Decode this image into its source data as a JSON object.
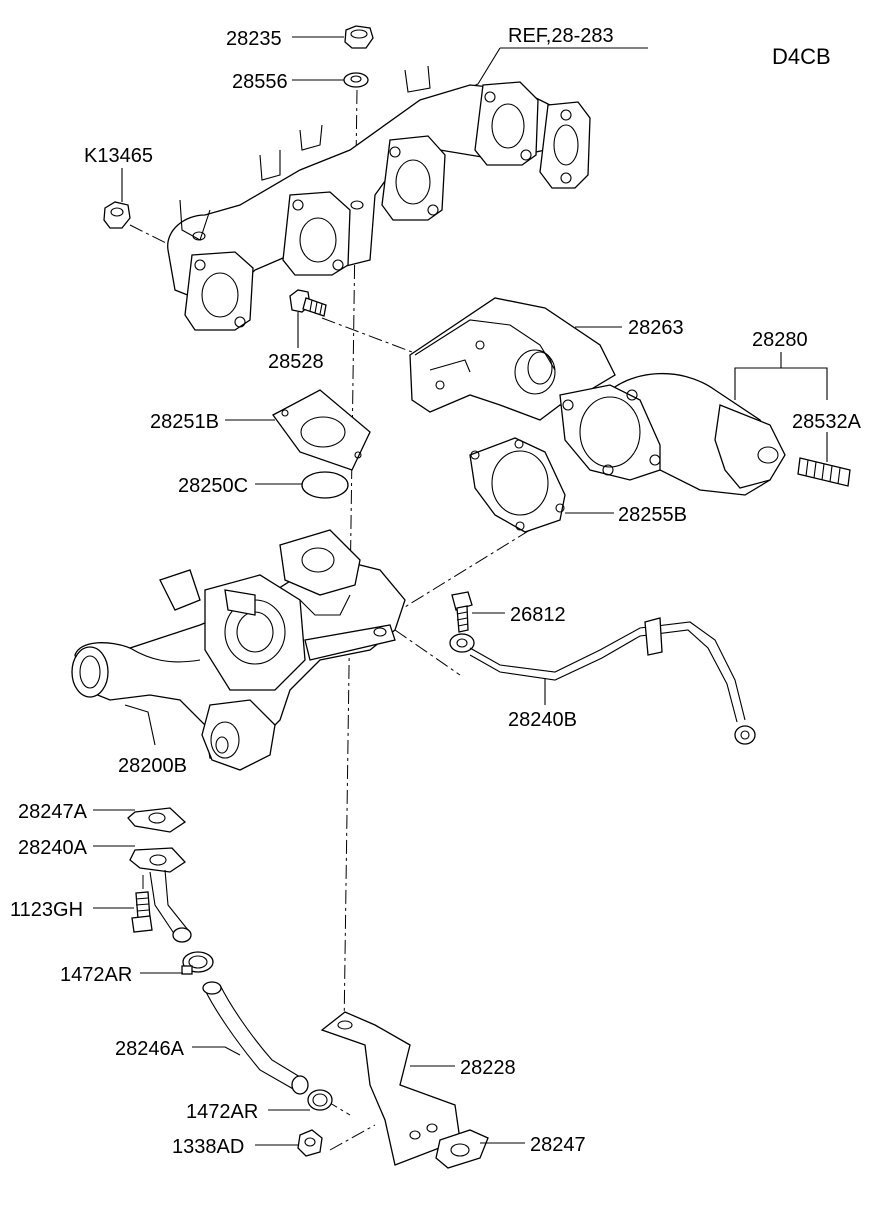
{
  "diagram": {
    "engine_code": "D4CB",
    "reference": "REF,28-283",
    "part_labels": {
      "p28235": "28235",
      "p28556": "28556",
      "pK13465": "K13465",
      "p28528": "28528",
      "p28263": "28263",
      "p28280": "28280",
      "p28532A": "28532A",
      "p28251B": "28251B",
      "p28250C": "28250C",
      "p28255B": "28255B",
      "p26812": "26812",
      "p28240B": "28240B",
      "p28200B": "28200B",
      "p28247A": "28247A",
      "p28240A": "28240A",
      "p1123GH": "1123GH",
      "p1472AR_top": "1472AR",
      "p28246A": "28246A",
      "p28228": "28228",
      "p1472AR_bottom": "1472AR",
      "p1338AD": "1338AD",
      "p28247": "28247"
    }
  }
}
